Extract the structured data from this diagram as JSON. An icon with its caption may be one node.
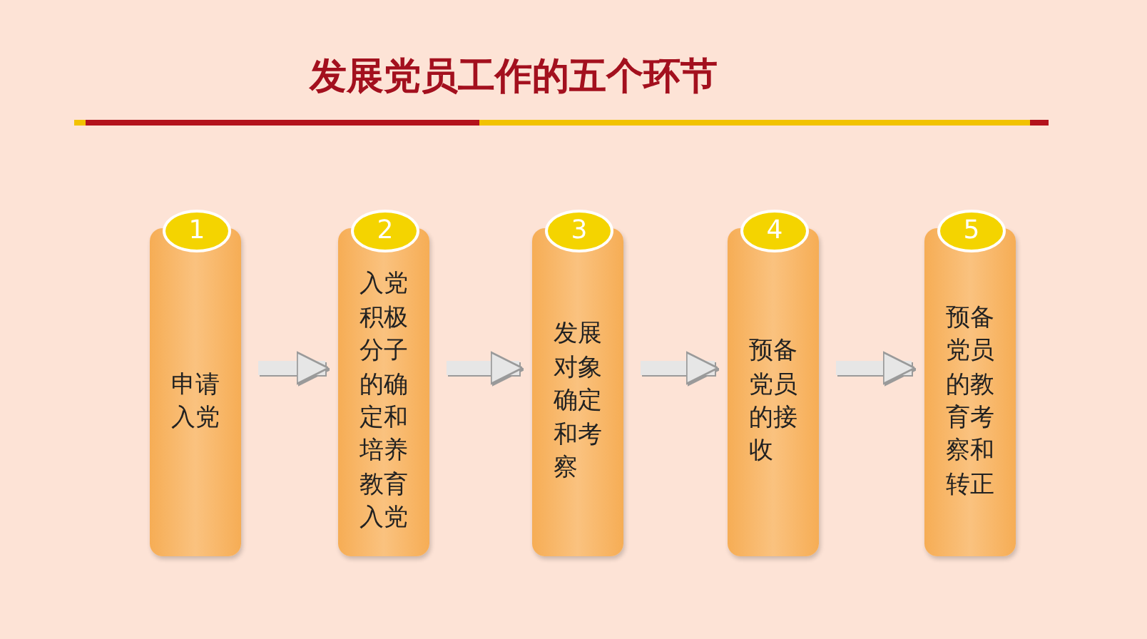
{
  "diagram": {
    "title": "发展党员工作的五个环节",
    "nodes": [
      {
        "text": [
          "1"
        ]
      },
      {
        "text": [
          "申请入党"
        ]
      },
      {
        "text": [
          "2"
        ]
      },
      {
        "text": [
          "入党积极分子的确定和培养教育入党"
        ]
      },
      {
        "text": [
          "3"
        ]
      },
      {
        "text": [
          "发展对象确定和考察"
        ]
      },
      {
        "text": [
          "4"
        ]
      },
      {
        "text": [
          "预备党员的接收"
        ]
      },
      {
        "text": [
          "5"
        ]
      },
      {
        "text": [
          "预备党员的教育考察和转正"
        ]
      }
    ],
    "edges": [
      {
        "from": 1,
        "to": 3,
        "arrow": "to"
      },
      {
        "from": 3,
        "to": 5,
        "arrow": "to"
      },
      {
        "from": 5,
        "to": 7,
        "arrow": "to"
      },
      {
        "from": 7,
        "to": 9,
        "arrow": "to"
      }
    ]
  }
}
